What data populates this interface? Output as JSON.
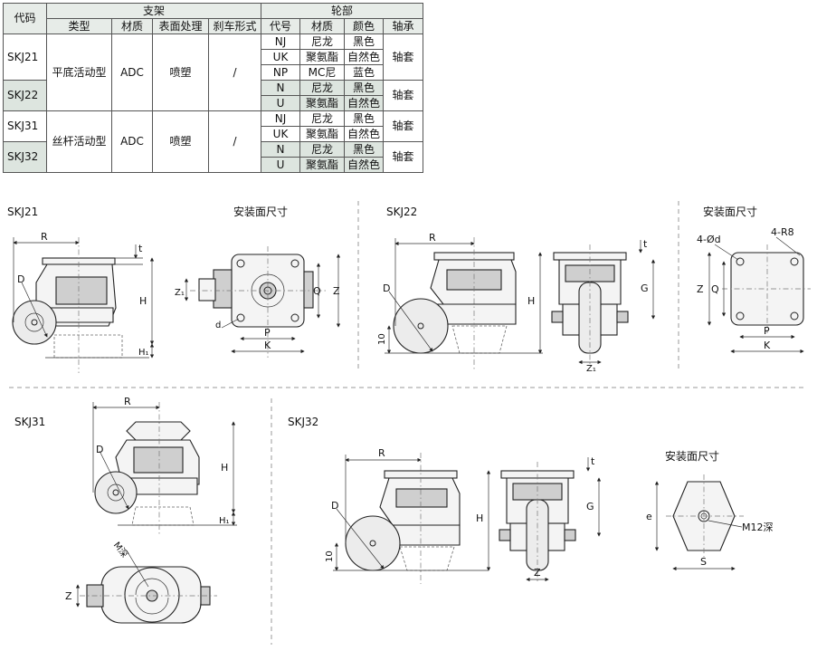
{
  "table": {
    "header": {
      "code": "代码",
      "bracket": "支架",
      "wheel": "轮部",
      "type": "类型",
      "material": "材质",
      "surface": "表面处理",
      "brake": "刹车形式",
      "wheel_code": "代号",
      "wheel_material": "材质",
      "color": "颜色",
      "bearing": "轴承"
    },
    "groups": [
      {
        "type": "平底活动型",
        "material": "ADC",
        "surface": "喷塑",
        "brake": "/",
        "codes": [
          {
            "code": "SKJ21",
            "shaded": false,
            "bearing": "轴套",
            "wheels": [
              {
                "code": "NJ",
                "material": "尼龙",
                "color": "黑色"
              },
              {
                "code": "UK",
                "material": "聚氨酯",
                "color": "自然色"
              },
              {
                "code": "NP",
                "material": "MC尼",
                "color": "蓝色"
              }
            ]
          },
          {
            "code": "SKJ22",
            "shaded": true,
            "bearing": "轴套",
            "wheels": [
              {
                "code": "N",
                "material": "尼龙",
                "color": "黑色"
              },
              {
                "code": "U",
                "material": "聚氨酯",
                "color": "自然色"
              }
            ]
          }
        ]
      },
      {
        "type": "丝杆活动型",
        "material": "ADC",
        "surface": "喷塑",
        "brake": "/",
        "codes": [
          {
            "code": "SKJ31",
            "shaded": false,
            "bearing": "轴套",
            "wheels": [
              {
                "code": "NJ",
                "material": "尼龙",
                "color": "黑色"
              },
              {
                "code": "UK",
                "material": "聚氨酯",
                "color": "自然色"
              }
            ]
          },
          {
            "code": "SKJ32",
            "shaded": true,
            "bearing": "轴套",
            "wheels": [
              {
                "code": "N",
                "material": "尼龙",
                "color": "黑色"
              },
              {
                "code": "U",
                "material": "聚氨酯",
                "color": "自然色"
              }
            ]
          }
        ]
      }
    ]
  },
  "diagrams": {
    "skj21": {
      "title": "SKJ21",
      "mount_title": "安装面尺寸",
      "labels": {
        "R": "R",
        "t": "t",
        "D": "D",
        "H": "H",
        "H1": "H₁",
        "Z1": "Z₁",
        "d": "d",
        "Q": "Q",
        "Z": "Z",
        "P": "P",
        "K": "K"
      }
    },
    "skj22": {
      "title": "SKJ22",
      "labels": {
        "R": "R",
        "t": "t",
        "D": "D",
        "H": "H",
        "G": "G",
        "ten": "10",
        "Z1": "Z₁"
      }
    },
    "mount": {
      "title": "安装面尺寸",
      "labels": {
        "hole": "4-Ød",
        "radius": "4-R8",
        "Z": "Z",
        "Q": "Q",
        "P": "P",
        "K": "K"
      }
    },
    "skj31": {
      "title": "SKJ31",
      "labels": {
        "R": "R",
        "D": "D",
        "H": "H",
        "H1": "H₁",
        "M": "M深",
        "Z": "Z"
      }
    },
    "skj32": {
      "title": "SKJ32",
      "mount_title": "安装面尺寸",
      "labels": {
        "R": "R",
        "t": "t",
        "D": "D",
        "H": "H",
        "G": "G",
        "ten": "10",
        "Z": "Z",
        "e": "e",
        "M12": "M12深",
        "S": "S"
      }
    }
  }
}
